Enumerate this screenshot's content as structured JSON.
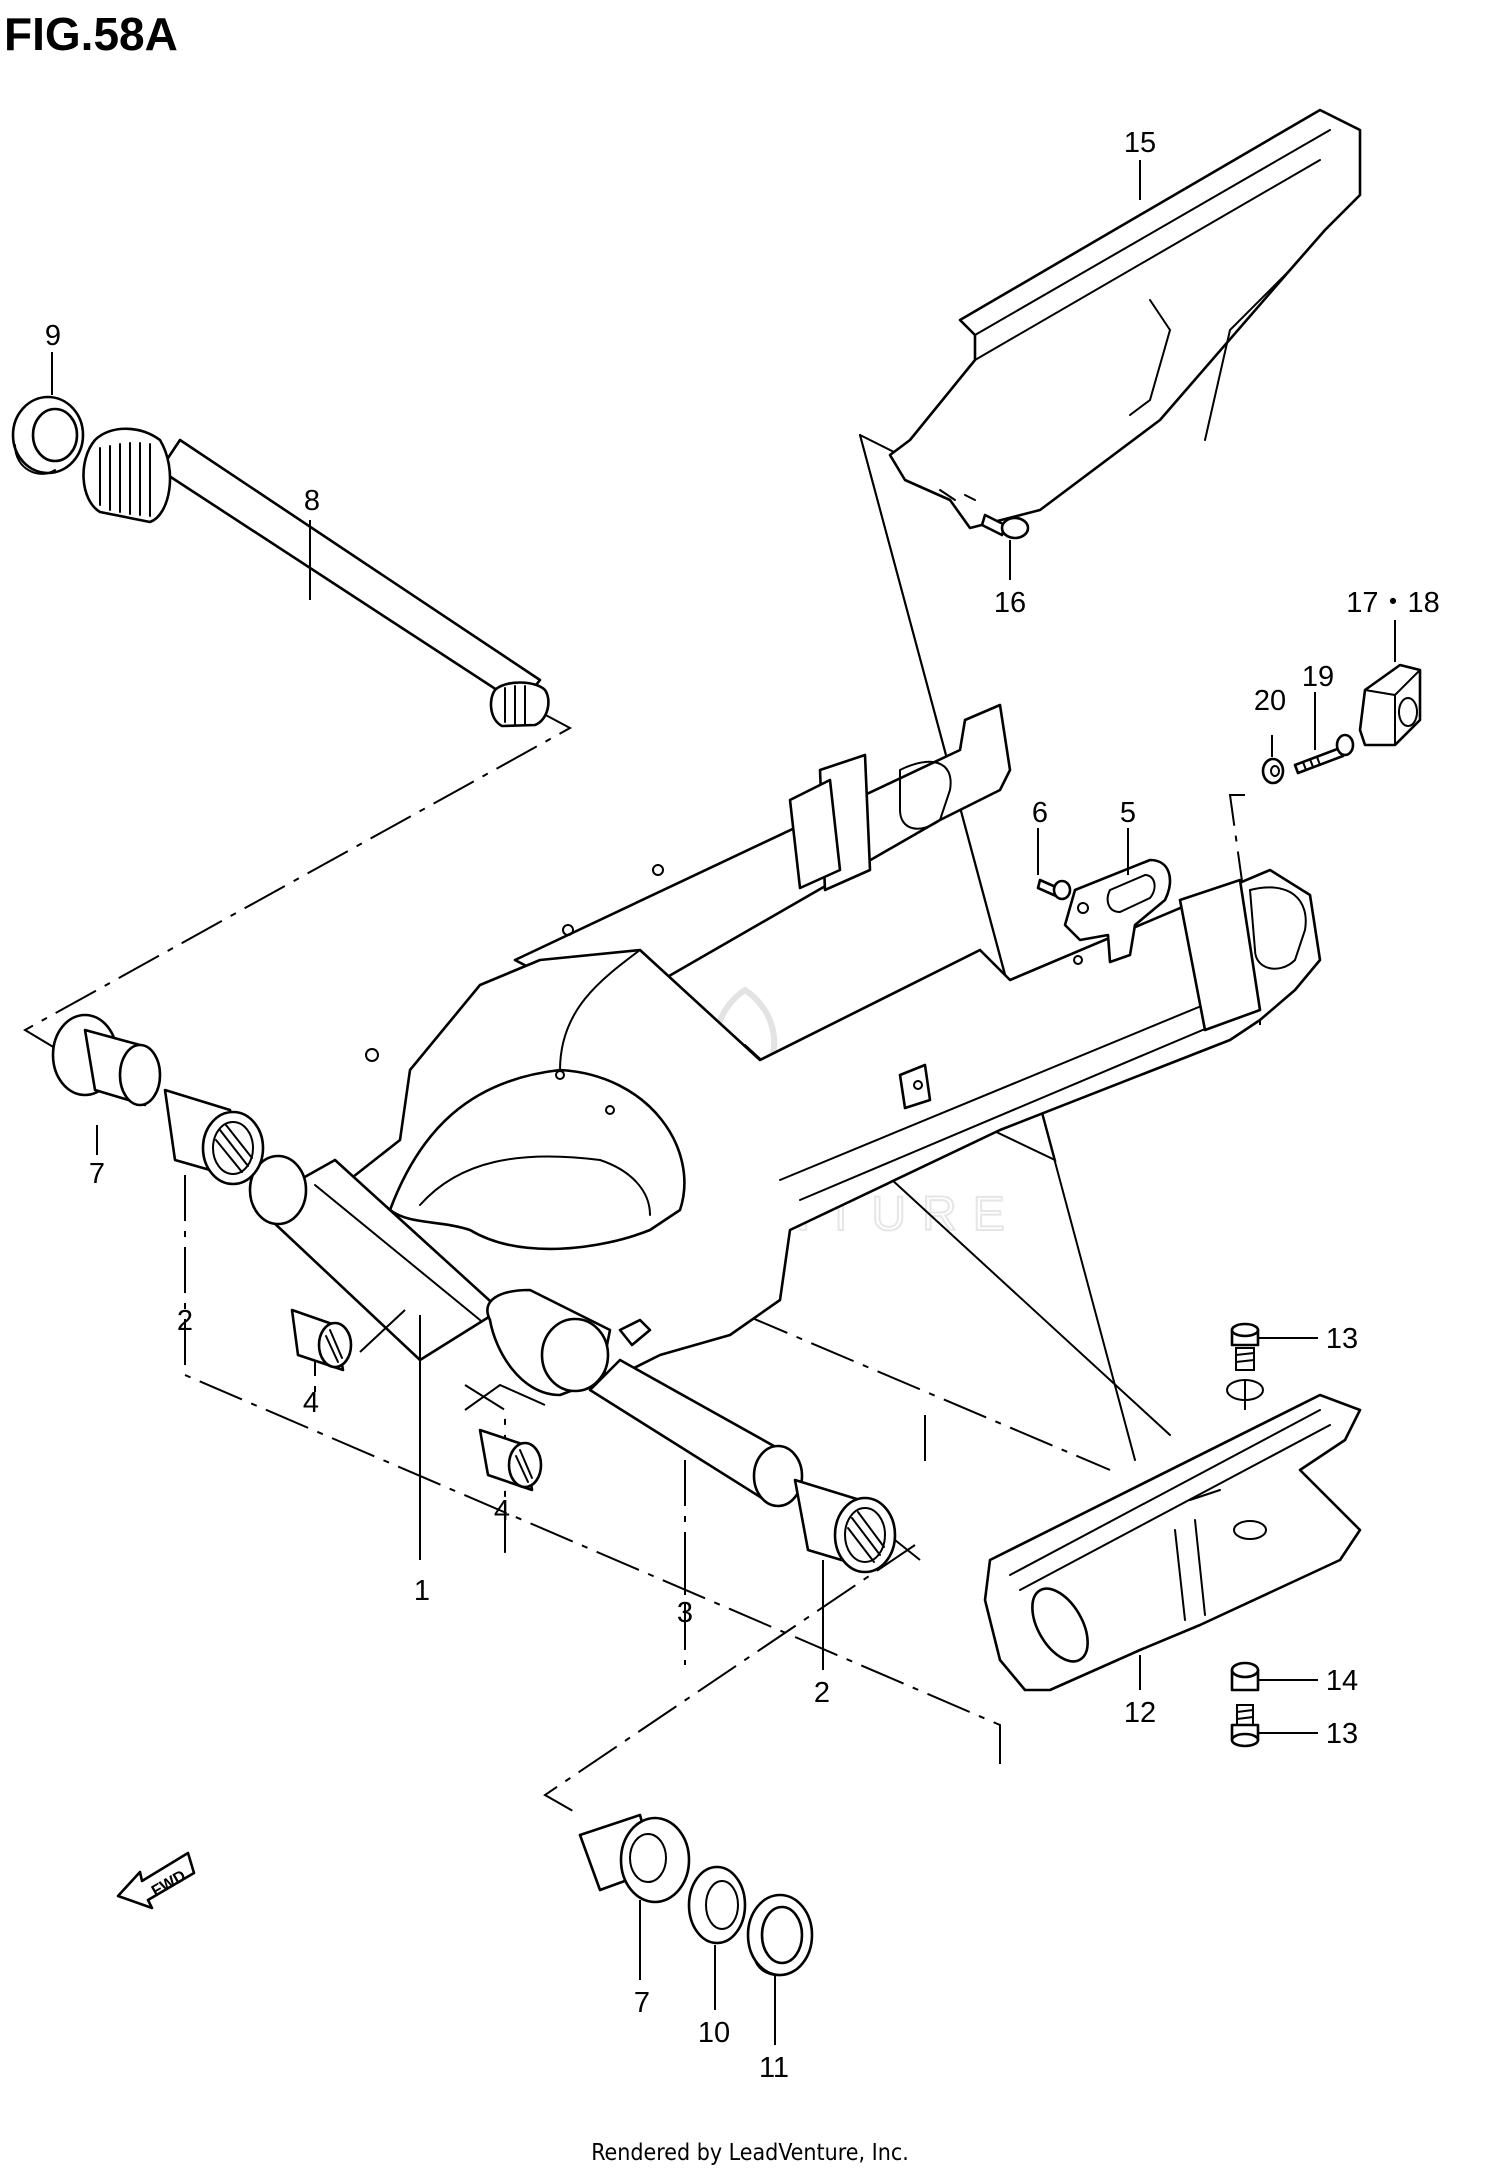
{
  "figure": {
    "title": "FIG.58A"
  },
  "watermark": {
    "text": "LEADVENTURE"
  },
  "footer": {
    "text": "Rendered by LeadVenture, Inc."
  },
  "direction_arrow": {
    "label": "FWD"
  },
  "callouts": [
    {
      "id": "c1",
      "label": "1"
    },
    {
      "id": "c2a",
      "label": "2"
    },
    {
      "id": "c2b",
      "label": "2"
    },
    {
      "id": "c3",
      "label": "3"
    },
    {
      "id": "c4a",
      "label": "4"
    },
    {
      "id": "c4b",
      "label": "4"
    },
    {
      "id": "c5",
      "label": "5"
    },
    {
      "id": "c6",
      "label": "6"
    },
    {
      "id": "c7a",
      "label": "7"
    },
    {
      "id": "c7b",
      "label": "7"
    },
    {
      "id": "c8",
      "label": "8"
    },
    {
      "id": "c9",
      "label": "9"
    },
    {
      "id": "c10",
      "label": "10"
    },
    {
      "id": "c11",
      "label": "11"
    },
    {
      "id": "c12",
      "label": "12"
    },
    {
      "id": "c13a",
      "label": "13"
    },
    {
      "id": "c13b",
      "label": "13"
    },
    {
      "id": "c14",
      "label": "14"
    },
    {
      "id": "c15",
      "label": "15"
    },
    {
      "id": "c16",
      "label": "16"
    },
    {
      "id": "c17_18",
      "label": "17・18"
    },
    {
      "id": "c19",
      "label": "19"
    },
    {
      "id": "c20",
      "label": "20"
    }
  ]
}
